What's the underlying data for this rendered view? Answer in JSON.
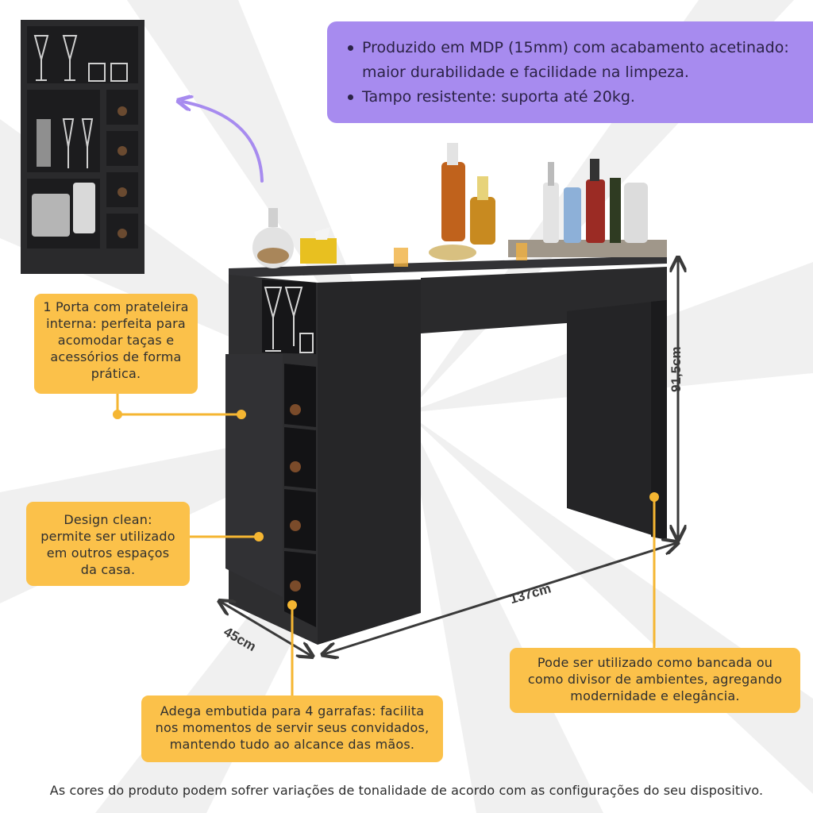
{
  "info_box": {
    "bullets": [
      {
        "lines": [
          "Produzido em MDP (15mm) com acabamento acetinado:",
          "maior durabilidade e facilidade na limpeza."
        ]
      },
      {
        "lines": [
          "Tampo resistente: suporta até 20kg."
        ]
      }
    ],
    "background_color": "#a78bef"
  },
  "callouts": {
    "door": [
      "1 Porta com prateleira",
      "interna: perfeita para",
      "acomodar taças e",
      "acessórios de forma",
      "prática."
    ],
    "design": [
      "Design clean:",
      "permite ser utilizado",
      "em outros espaços",
      "da casa."
    ],
    "wine": [
      "Adega embutida para 4 garrafas: facilita",
      "nos momentos de servir seus convidados,",
      "mantendo tudo ao alcance das mãos."
    ],
    "counter": [
      "Pode ser utilizado como bancada ou",
      "como divisor de ambientes, agregando",
      "modernidade e elegância."
    ],
    "color": "#fbc14a"
  },
  "dimensions": {
    "height": "91,5cm",
    "width": "137cm",
    "depth": "45cm"
  },
  "disclaimer": "As cores do produto podem sofrer variações de tonalidade de acordo com as configurações do seu dispositivo.",
  "colors": {
    "furniture": "#2a2a2c",
    "accent_arrow": "#a78bef",
    "leader_line": "#f5b632"
  },
  "icons": [
    "curved-arrow-icon",
    "dimension-arrow-icon"
  ]
}
